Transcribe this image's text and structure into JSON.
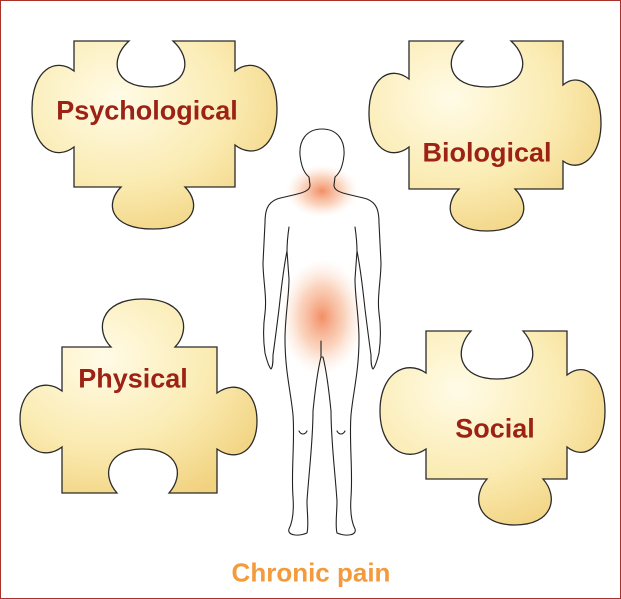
{
  "pieces": {
    "psychological": "Psychological",
    "biological": "Biological",
    "physical": "Physical",
    "social": "Social"
  },
  "caption": "Chronic pain",
  "colors": {
    "border": "#a8322a",
    "piece_fill_light": "#fff8d6",
    "piece_fill_dark": "#f3d98a",
    "piece_label": "#9b2214",
    "caption": "#f39a3c",
    "pain_glow": "#f08a5a"
  }
}
